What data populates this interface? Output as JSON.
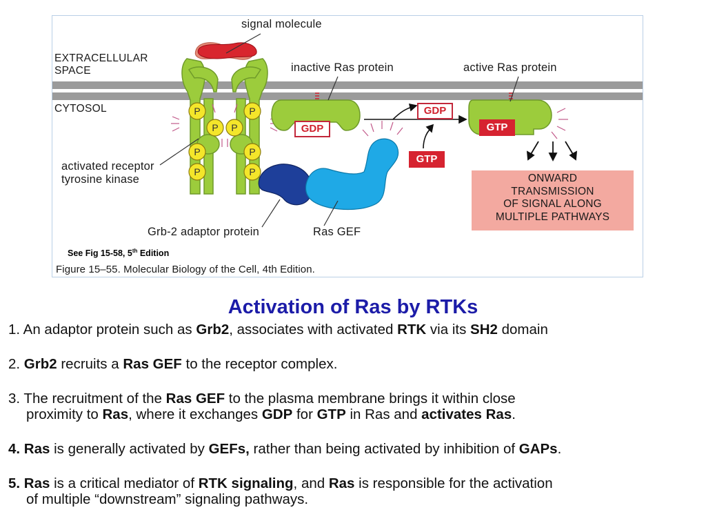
{
  "figure": {
    "labels": {
      "signal_molecule": "signal molecule",
      "extracellular_line1": "EXTRACELLULAR",
      "extracellular_line2": "SPACE",
      "cytosol": "CYTOSOL",
      "inactive_ras": "inactive Ras protein",
      "active_ras": "active Ras protein",
      "receptor_line1": "activated receptor",
      "receptor_line2": "tyrosine kinase",
      "grb2": "Grb-2 adaptor protein",
      "ras_gef": "Ras GEF",
      "gdp_bound": "GDP",
      "gdp_released": "GDP",
      "gtp_incoming": "GTP",
      "gtp_bound": "GTP",
      "phospho": "P"
    },
    "onward": [
      "ONWARD",
      "TRANSMISSION",
      "OF SIGNAL ALONG",
      "MULTIPLE PATHWAYS"
    ],
    "see_fig": {
      "prefix": "See Fig 15-58, 5",
      "sup": "th",
      "suffix": " Edition"
    },
    "caption": "Figure 15–55. Molecular Biology of the Cell, 4th Edition.",
    "colors": {
      "receptor": "#9ccc3c",
      "membrane": "#9b9b9b",
      "ligand": "#d8262e",
      "phospho": "#f4e62a",
      "grb2": "#1e3f9a",
      "ras_gef": "#1fa9e6",
      "onward_box": "#f3a9a0"
    }
  },
  "slide": {
    "title": "Activation of Ras by RTKs",
    "points": [
      {
        "lines": [
          [
            {
              "t": "1. An adaptor protein such as "
            },
            {
              "t": "Grb2",
              "b": true
            },
            {
              "t": ", associates with activated "
            },
            {
              "t": "RTK",
              "b": true
            },
            {
              "t": " via its "
            },
            {
              "t": "SH2",
              "b": true
            },
            {
              "t": " domain"
            }
          ]
        ]
      },
      {
        "lines": [
          [
            {
              "t": "2. "
            },
            {
              "t": "Grb2",
              "b": true
            },
            {
              "t": " recruits a "
            },
            {
              "t": "Ras GEF",
              "b": true
            },
            {
              "t": " to the receptor complex."
            }
          ]
        ]
      },
      {
        "lines": [
          [
            {
              "t": "3. The recruitment of the "
            },
            {
              "t": "Ras GEF",
              "b": true
            },
            {
              "t": " to the plasma membrane brings it within close"
            }
          ],
          [
            {
              "t": "proximity to "
            },
            {
              "t": "Ras",
              "b": true
            },
            {
              "t": ", where it exchanges "
            },
            {
              "t": "GDP",
              "b": true
            },
            {
              "t": " for "
            },
            {
              "t": "GTP",
              "b": true
            },
            {
              "t": " in Ras and "
            },
            {
              "t": "activates Ras",
              "b": true
            },
            {
              "t": "."
            }
          ]
        ]
      },
      {
        "lines": [
          [
            {
              "t": "4. Ras",
              "b": true
            },
            {
              "t": " is generally activated by "
            },
            {
              "t": "GEFs,",
              "b": true
            },
            {
              "t": " rather than being activated by inhibition of "
            },
            {
              "t": "GAPs",
              "b": true
            },
            {
              "t": "."
            }
          ]
        ]
      },
      {
        "lines": [
          [
            {
              "t": "5. Ras",
              "b": true
            },
            {
              "t": " is a critical mediator of "
            },
            {
              "t": "RTK signaling",
              "b": true
            },
            {
              "t": ", and "
            },
            {
              "t": "Ras",
              "b": true
            },
            {
              "t": " is responsible for the activation"
            }
          ],
          [
            {
              "t": "of multiple “downstream” signaling pathways."
            }
          ]
        ]
      }
    ]
  }
}
